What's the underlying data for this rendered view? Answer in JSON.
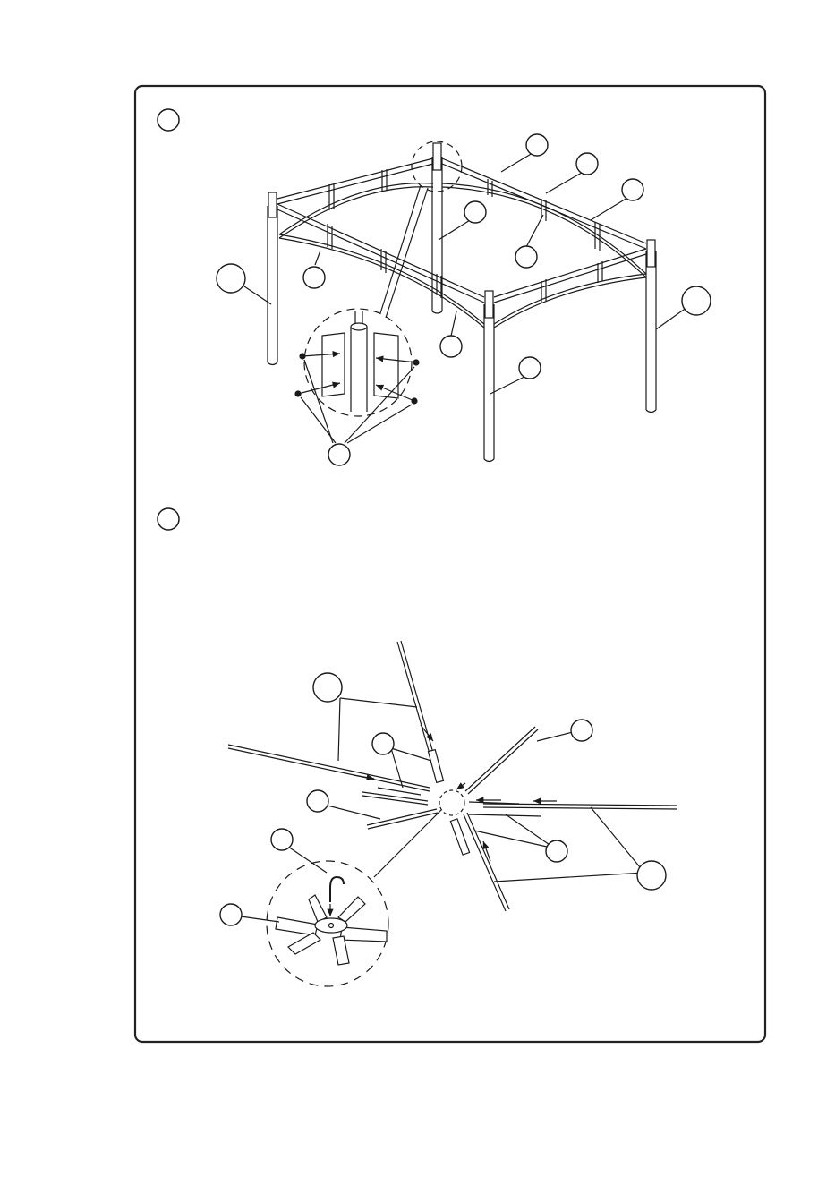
{
  "document": {
    "type": "assembly-instruction-page",
    "steps": [
      {
        "id": "step-1",
        "number": "",
        "figure": "gazebo-frame-assembly",
        "callouts": [
          {
            "label": ""
          },
          {
            "label": ""
          },
          {
            "label": ""
          },
          {
            "label": ""
          },
          {
            "label": ""
          },
          {
            "label": ""
          },
          {
            "label": ""
          },
          {
            "label": ""
          },
          {
            "label": ""
          },
          {
            "label": ""
          },
          {
            "label": ""
          }
        ],
        "detail_view": "corner-bracket-bolts"
      },
      {
        "id": "step-2",
        "number": "",
        "figure": "roof-rafter-hub-assembly",
        "callouts": [
          {
            "label": ""
          },
          {
            "label": ""
          },
          {
            "label": ""
          },
          {
            "label": ""
          },
          {
            "label": ""
          },
          {
            "label": ""
          },
          {
            "label": ""
          },
          {
            "label": ""
          }
        ],
        "detail_view": "center-hub-with-hook"
      }
    ],
    "colors": {
      "line": "#1a1a1a",
      "frame": "#222222",
      "background": "#ffffff"
    }
  }
}
